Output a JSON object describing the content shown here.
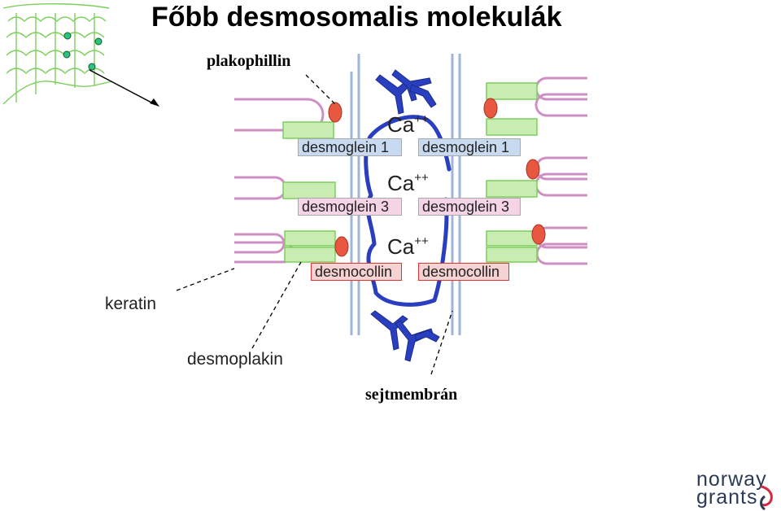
{
  "title": "Főbb desmosomalis molekulák",
  "labels": {
    "plakophillin": "plakophillin",
    "keratin": "keratin",
    "desmoplakin": "desmoplakin",
    "sejtmembran": "sejtmembrán"
  },
  "boxes": {
    "dg1_left": "desmoglein 1",
    "dg1_right": "desmoglein 1",
    "dg3_left": "desmoglein 3",
    "dg3_right": "desmoglein 3",
    "dc_left": "desmocollin",
    "dc_right": "desmocollin"
  },
  "calcium": {
    "ion": "Ca",
    "charge": "++"
  },
  "logo": {
    "line1": "norway",
    "line2": "grants"
  },
  "colors": {
    "keratin_pink": "#cf8fc3",
    "desmoplakin_green": "#c9ecb3",
    "plakophilin_red": "#e8573f",
    "membrane_blue": "#9fb4d8",
    "drawing_blue": "#2a3fbf",
    "cell_green": "#7ccf5c",
    "logo_navy": "#2b3a55",
    "logo_red": "#d6283b"
  }
}
